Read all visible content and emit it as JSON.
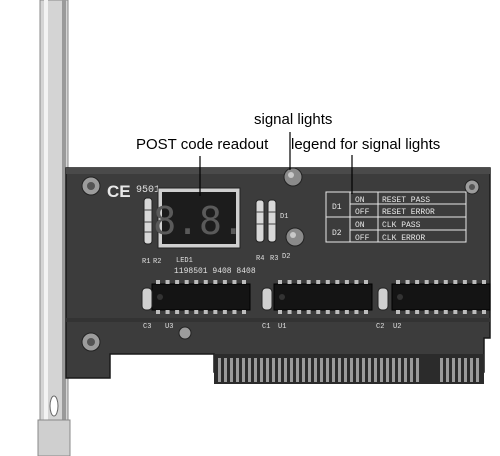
{
  "callouts": {
    "post_code": "POST code readout",
    "signal_lights": "signal lights",
    "legend": "legend for signal lights"
  },
  "board": {
    "model_print": "9501",
    "ce_mark": "CE",
    "display_digits": "8.8.",
    "led_label": "LED1",
    "serial_print": "1198501 9408 8408",
    "labels": {
      "d1": "D1",
      "d2": "D2",
      "c3": "C3",
      "c1": "C1",
      "c2": "C2",
      "u3": "U3",
      "u1": "U1",
      "u2": "U2",
      "r1": "R1",
      "r2": "R2",
      "r3": "R3",
      "r4": "R4"
    }
  },
  "legend_table": {
    "rows": [
      {
        "led": "D1",
        "state": "ON",
        "meaning": "RESET PASS"
      },
      {
        "led": "",
        "state": "OFF",
        "meaning": "RESET ERROR"
      },
      {
        "led": "D2",
        "state": "ON",
        "meaning": "CLK PASS"
      },
      {
        "led": "",
        "state": "OFF",
        "meaning": "CLK ERROR"
      }
    ]
  },
  "colors": {
    "pcb": "#3c3c3c",
    "bracket": "#d9d9d9",
    "chip": "#141414",
    "silkscreen": "#e8e8e8"
  }
}
